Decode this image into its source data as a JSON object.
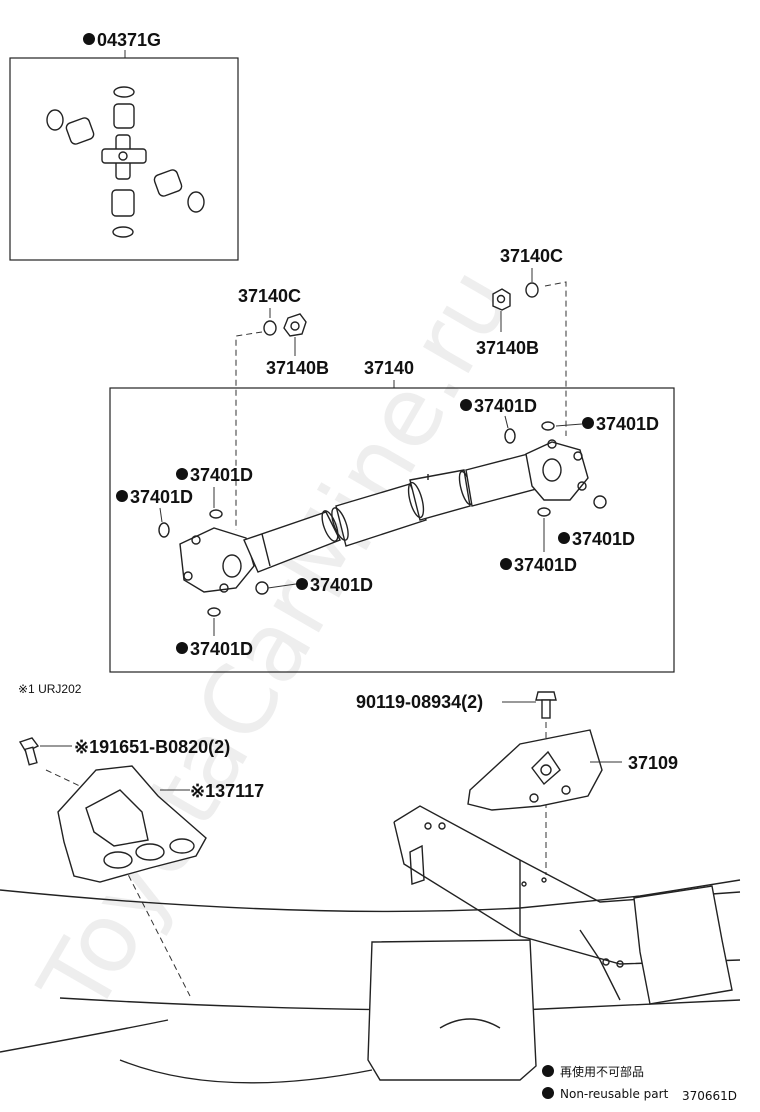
{
  "callouts": {
    "kit": "04371G",
    "flange_washer_left": "37140C",
    "flange_washer_right": "37140C",
    "flange_nut_left": "37140B",
    "flange_nut_right": "37140B",
    "propeller_shaft": "37140",
    "snap_ring": "37401D",
    "bolt": "90119-08934(2)",
    "bolt_note": "※191651-B0820(2)",
    "bearing_support": "※137117",
    "support_bracket": "37109",
    "note_model": "※1 URJ202"
  },
  "legend": {
    "jp": "再使用不可部品",
    "en": "Non-reusable part"
  },
  "diagram_id": "370661D",
  "watermark": "ToyotaCarMine.ru"
}
